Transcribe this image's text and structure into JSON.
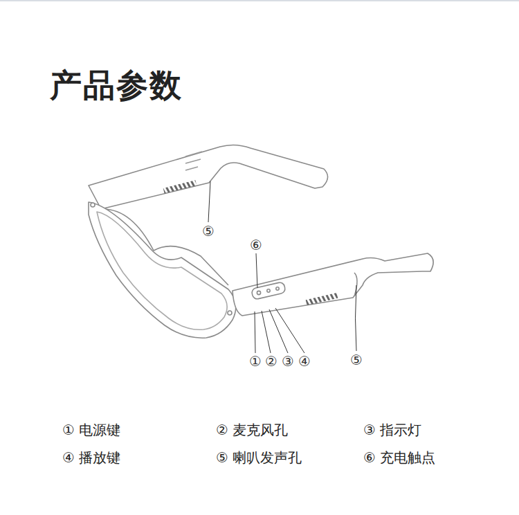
{
  "diagram": {
    "title": "产品参数",
    "labels": [
      "⑥",
      "⑤",
      "①",
      "②",
      "③",
      "④",
      "⑤",
      "① 电源键",
      "② 麦克风孔",
      "③ 指示灯",
      "④ 播放键",
      "⑤ 喇叭发声孔",
      "⑥ 充电触点"
    ]
  }
}
